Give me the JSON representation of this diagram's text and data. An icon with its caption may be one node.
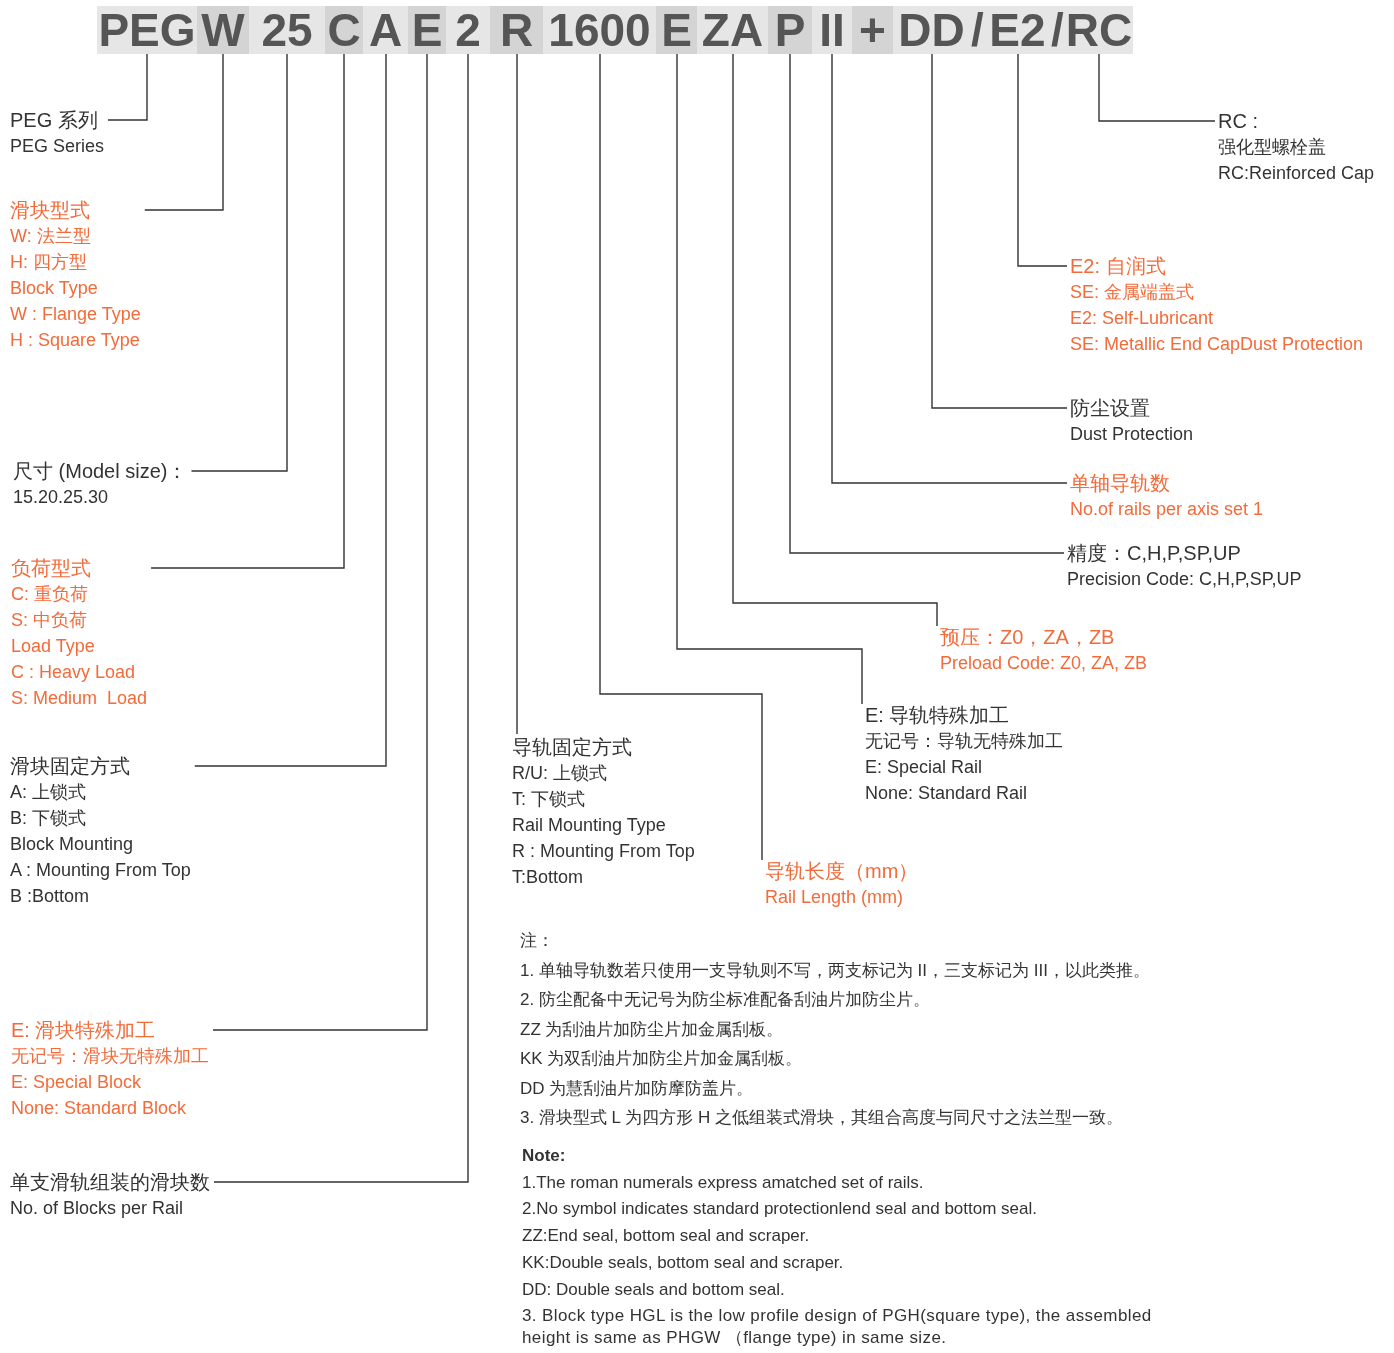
{
  "diagram": {
    "nodes": [
      {
        "text": [
          "PEG"
        ]
      },
      {
        "text": [
          "W"
        ]
      },
      {
        "text": [
          "25"
        ]
      },
      {
        "text": [
          "C"
        ]
      },
      {
        "text": [
          "A"
        ]
      },
      {
        "text": [
          "E"
        ]
      },
      {
        "text": [
          "2"
        ]
      },
      {
        "text": [
          "R"
        ]
      },
      {
        "text": [
          "1600"
        ]
      },
      {
        "text": [
          "E"
        ]
      },
      {
        "text": [
          "ZA"
        ]
      },
      {
        "text": [
          "P"
        ]
      },
      {
        "text": [
          "II"
        ]
      },
      {
        "text": [
          "+"
        ]
      },
      {
        "text": [
          "DD"
        ]
      },
      {
        "text": [
          "E2"
        ]
      },
      {
        "text": [
          "RC"
        ]
      },
      {
        "text": [
          "PEG 系列",
          "PEG Series"
        ]
      },
      {
        "text": [
          "RC :",
          "强化型螺栓盖",
          "RC:Reinforced Cap"
        ]
      },
      {
        "text": [
          "滑块型式",
          "W: 法兰型",
          "H: 四方型",
          "Block Type",
          "W : Flange Type",
          "H : Square Type"
        ]
      },
      {
        "text": [
          "E2: 自润式",
          "SE: 金属端盖式",
          "E2: Self-Lubricant",
          "SE: Metallic End CapDust Protection"
        ]
      },
      {
        "text": [
          "防尘设置",
          "Dust Protection"
        ]
      },
      {
        "text": [
          "尺寸 (Model size)：",
          "15.20.25.30"
        ]
      },
      {
        "text": [
          "单轴导轨数",
          "No.of rails per axis set 1"
        ]
      },
      {
        "text": [
          "精度：C,H,P,SP,UP",
          "Precision Code: C,H,P,SP,UP"
        ]
      },
      {
        "text": [
          "负荷型式",
          "C: 重负荷",
          "S: 中负荷",
          "Load Type",
          "C : Heavy Load",
          "S: Medium  Load"
        ]
      },
      {
        "text": [
          "预压：Z0，ZA，ZB",
          "Preload Code: Z0, ZA, ZB"
        ]
      },
      {
        "text": [
          "E: 导轨特殊加工",
          "无记号：导轨无特殊加工",
          "E: Special Rail",
          "None: Standard Rail"
        ]
      },
      {
        "text": [
          "导轨固定方式",
          "R/U: 上锁式",
          "T: 下锁式",
          "Rail Mounting Type",
          "R : Mounting From Top",
          "T:Bottom"
        ]
      },
      {
        "text": [
          "滑块固定方式",
          "A: 上锁式",
          "B: 下锁式",
          "Block Mounting",
          "A : Mounting From Top",
          "B :Bottom"
        ]
      },
      {
        "text": [
          "导轨长度（mm）",
          "Rail Length (mm)"
        ]
      },
      {
        "text": [
          "E: 滑块特殊加工",
          "无记号：滑块无特殊加工",
          "E: Special Block",
          "None: Standard Block"
        ]
      },
      {
        "text": [
          "单支滑轨组装的滑块数",
          "No. of Blocks per Rail"
        ]
      }
    ],
    "edges": [
      {
        "from": 0,
        "to": 17,
        "arrow": "none"
      },
      {
        "from": 1,
        "to": 19,
        "arrow": "none"
      },
      {
        "from": 2,
        "to": 22,
        "arrow": "none"
      },
      {
        "from": 3,
        "to": 25,
        "arrow": "none"
      },
      {
        "from": 4,
        "to": 29,
        "arrow": "none"
      },
      {
        "from": 5,
        "to": 31,
        "arrow": "none"
      },
      {
        "from": 6,
        "to": 32,
        "arrow": "none"
      },
      {
        "from": 7,
        "to": 28,
        "arrow": "none"
      },
      {
        "from": 8,
        "to": 30,
        "arrow": "none"
      },
      {
        "from": 9,
        "to": 27,
        "arrow": "none"
      },
      {
        "from": 10,
        "to": 26,
        "arrow": "none"
      },
      {
        "from": 11,
        "to": 24,
        "arrow": "none"
      },
      {
        "from": 12,
        "to": 23,
        "arrow": "none"
      },
      {
        "from": 14,
        "to": 21,
        "arrow": "none"
      },
      {
        "from": 15,
        "to": 20,
        "arrow": "none"
      },
      {
        "from": 16,
        "to": 18,
        "arrow": "none"
      }
    ],
    "labels": [
      "/",
      "/",
      "注：",
      "1. 单轴导轨数若只使用一支导轨则不写，两支标记为 II，三支标记为 III，以此类推。",
      "2. 防尘配备中无记号为防尘标准配备刮油片加防尘片。",
      "ZZ 为刮油片加防尘片加金属刮板。",
      "KK 为双刮油片加防尘片加金属刮板。",
      "DD 为慧刮油片加防摩防盖片。",
      "3. 滑块型式 L 为四方形 H 之低组装式滑块，其组合高度与同尺寸之法兰型一致。",
      "Note:",
      "1.The roman numerals express amatched set of rails.",
      "2.No symbol indicates standard protectionlend seal and bottom seal.",
      "ZZ:End seal, bottom seal and scraper.",
      "KK:Double seals, bottom seal and scraper.",
      "DD: Double seals and bottom seal.",
      "3. Block type HGL is the low profile design of PGH(square type), the assembled height is same as PHGW （flange type) in same size."
    ]
  }
}
